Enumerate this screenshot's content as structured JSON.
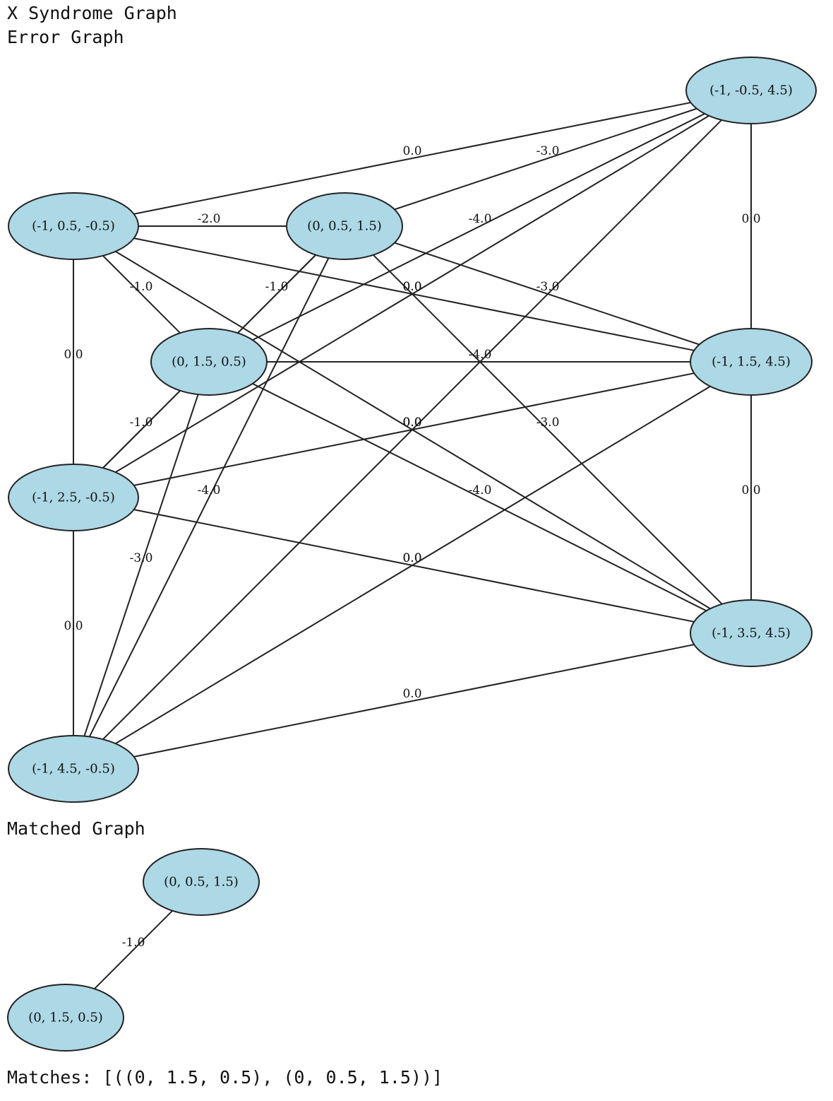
{
  "header": {
    "title": "X Syndrome Graph",
    "error_graph_label": "Error Graph",
    "matched_graph_label": "Matched Graph",
    "matches_text": "Matches: [((0, 1.5, 0.5), (0, 0.5, 1.5))]"
  },
  "colors": {
    "node_fill": "#add8e6",
    "node_stroke": "#222222",
    "edge": "#222222"
  },
  "error_graph": {
    "nodes": [
      {
        "id": "A",
        "label": "(-1, -0.5, 4.5)"
      },
      {
        "id": "B",
        "label": "(-1, 0.5, -0.5)"
      },
      {
        "id": "C",
        "label": "(0, 0.5, 1.5)"
      },
      {
        "id": "D",
        "label": "(0, 1.5, 0.5)"
      },
      {
        "id": "E",
        "label": "(-1, 1.5, 4.5)"
      },
      {
        "id": "F",
        "label": "(-1, 2.5, -0.5)"
      },
      {
        "id": "G",
        "label": "(-1, 3.5, 4.5)"
      },
      {
        "id": "H",
        "label": "(-1, 4.5, -0.5)"
      }
    ],
    "edges": [
      {
        "from": "A",
        "to": "B",
        "weight": "0.0"
      },
      {
        "from": "A",
        "to": "C",
        "weight": "-3.0"
      },
      {
        "from": "A",
        "to": "D",
        "weight": "-4.0"
      },
      {
        "from": "A",
        "to": "E",
        "weight": "0.0"
      },
      {
        "from": "A",
        "to": "F",
        "weight": "0.0"
      },
      {
        "from": "A",
        "to": "H",
        "weight": "0.0"
      },
      {
        "from": "B",
        "to": "C",
        "weight": "-2.0"
      },
      {
        "from": "B",
        "to": "D",
        "weight": "-1.0"
      },
      {
        "from": "B",
        "to": "E",
        "weight": "0.0"
      },
      {
        "from": "B",
        "to": "F",
        "weight": "0.0"
      },
      {
        "from": "B",
        "to": "G",
        "weight": "0.0"
      },
      {
        "from": "C",
        "to": "D",
        "weight": "-1.0"
      },
      {
        "from": "C",
        "to": "E",
        "weight": "-3.0"
      },
      {
        "from": "C",
        "to": "F",
        "weight": "-4.0"
      },
      {
        "from": "C",
        "to": "G",
        "weight": "-3.0"
      },
      {
        "from": "C",
        "to": "H",
        "weight": "-4.0"
      },
      {
        "from": "D",
        "to": "E",
        "weight": "-4.0"
      },
      {
        "from": "D",
        "to": "F",
        "weight": "-1.0"
      },
      {
        "from": "D",
        "to": "G",
        "weight": "-4.0"
      },
      {
        "from": "D",
        "to": "H",
        "weight": "-3.0"
      },
      {
        "from": "E",
        "to": "F",
        "weight": "0.0"
      },
      {
        "from": "E",
        "to": "G",
        "weight": "0.0"
      },
      {
        "from": "E",
        "to": "H",
        "weight": "0.0"
      },
      {
        "from": "F",
        "to": "G",
        "weight": "0.0"
      },
      {
        "from": "F",
        "to": "H",
        "weight": "0.0"
      },
      {
        "from": "G",
        "to": "H",
        "weight": "0.0"
      }
    ]
  },
  "matched_graph": {
    "nodes": [
      {
        "id": "M1",
        "label": "(0, 0.5, 1.5)"
      },
      {
        "id": "M2",
        "label": "(0, 1.5, 0.5)"
      }
    ],
    "edges": [
      {
        "from": "M1",
        "to": "M2",
        "weight": "-1.0"
      }
    ]
  }
}
